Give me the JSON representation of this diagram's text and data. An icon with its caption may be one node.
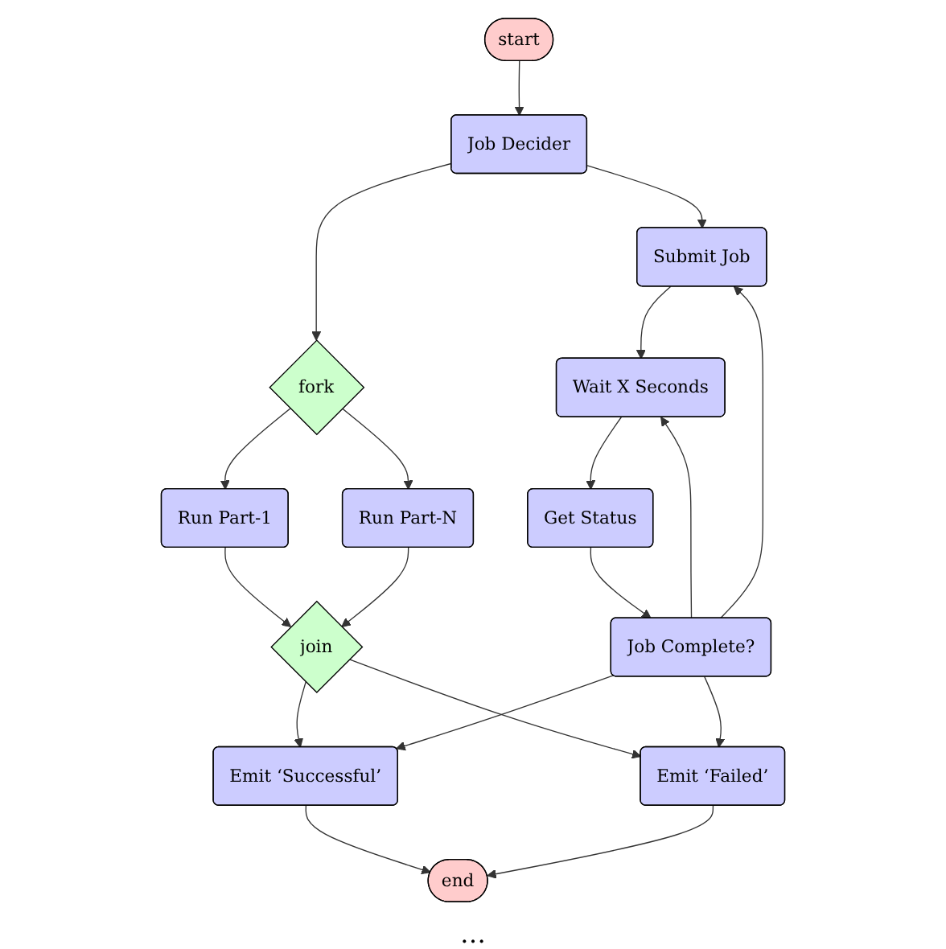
{
  "diagram": {
    "nodes": [
      {
        "text": [
          "start"
        ]
      },
      {
        "text": [
          "Job Decider"
        ]
      },
      {
        "text": [
          "Submit Job"
        ]
      },
      {
        "text": [
          "Wait X Seconds"
        ]
      },
      {
        "text": [
          "Get Status"
        ]
      },
      {
        "text": [
          "Job Complete?"
        ]
      },
      {
        "text": [
          "fork"
        ]
      },
      {
        "text": [
          "Run Part-1"
        ]
      },
      {
        "text": [
          "Run Part-N"
        ]
      },
      {
        "text": [
          "join"
        ]
      },
      {
        "text": [
          "Emit ‘Successful’"
        ]
      },
      {
        "text": [
          "Emit ‘Failed’"
        ]
      },
      {
        "text": [
          "end"
        ]
      }
    ],
    "edges": [
      {
        "from": 0,
        "to": 1,
        "arrow": "to"
      },
      {
        "from": 1,
        "to": 6,
        "arrow": "to"
      },
      {
        "from": 1,
        "to": 2,
        "arrow": "to"
      },
      {
        "from": 2,
        "to": 3,
        "arrow": "to"
      },
      {
        "from": 3,
        "to": 4,
        "arrow": "to"
      },
      {
        "from": 4,
        "to": 5,
        "arrow": "to"
      },
      {
        "from": 5,
        "to": 3,
        "arrow": "to"
      },
      {
        "from": 5,
        "to": 2,
        "arrow": "to"
      },
      {
        "from": 6,
        "to": 7,
        "arrow": "to"
      },
      {
        "from": 6,
        "to": 8,
        "arrow": "to"
      },
      {
        "from": 7,
        "to": 9,
        "arrow": "to"
      },
      {
        "from": 8,
        "to": 9,
        "arrow": "to"
      },
      {
        "from": 9,
        "to": 10,
        "arrow": "to"
      },
      {
        "from": 9,
        "to": 11,
        "arrow": "to"
      },
      {
        "from": 5,
        "to": 10,
        "arrow": "to"
      },
      {
        "from": 5,
        "to": 11,
        "arrow": "to"
      },
      {
        "from": 10,
        "to": 12,
        "arrow": "to"
      },
      {
        "from": 11,
        "to": 12,
        "arrow": "to"
      }
    ],
    "labels": [
      "…"
    ]
  }
}
